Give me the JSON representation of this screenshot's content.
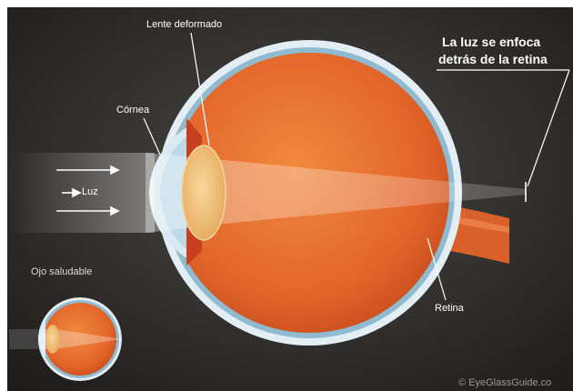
{
  "labels": {
    "lens": "Lente deformado",
    "cornea": "Córnea",
    "light": "Luz",
    "healthy_eye": "Ojo saludable",
    "retina": "Retina",
    "focus_line1": "La luz se enfoca",
    "focus_line2": "detrás de la retina",
    "copyright": "© EyeGlassGuide.co"
  },
  "colors": {
    "background": "#2f2e2c",
    "sclera": "#d7e6ee",
    "eyeball": "#e56b2a",
    "lens": "#f0c07a",
    "label_text": "#ffffff"
  }
}
